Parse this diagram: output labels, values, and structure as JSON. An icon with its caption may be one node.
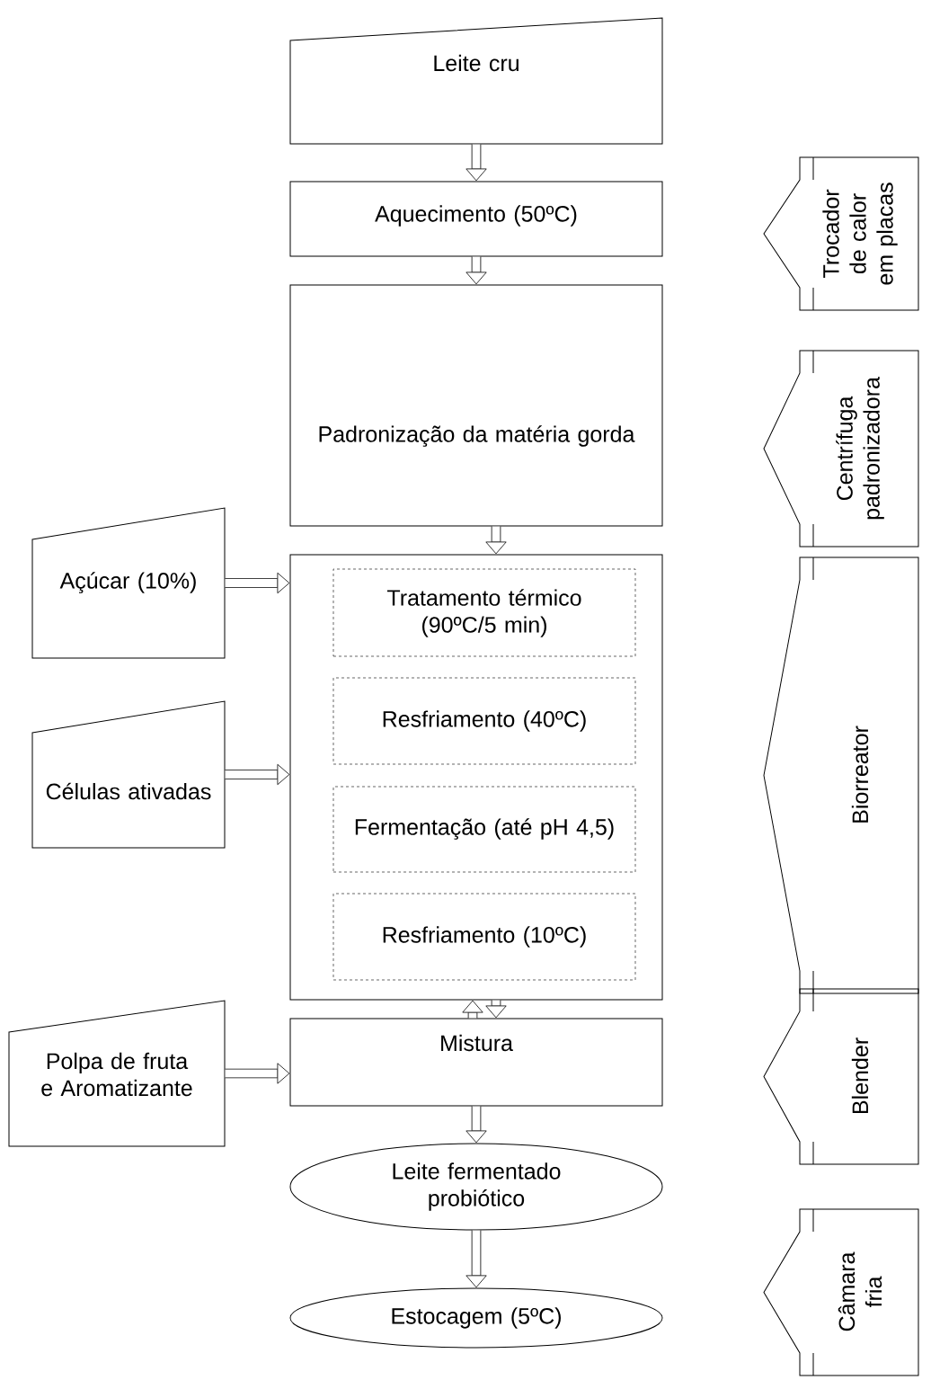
{
  "diagram": {
    "nodes": [
      {
        "text": [
          "Leite cru"
        ]
      },
      {
        "text": [
          "Aquecimento (50ºC)"
        ]
      },
      {
        "text": [
          "Padronização da matéria gorda"
        ]
      },
      {
        "text": [],
        "shape": "box"
      },
      {
        "text": [
          "Tratamento térmico (90ºC/5 min)"
        ],
        "in": 3
      },
      {
        "text": [
          "Resfriamento (40ºC)"
        ],
        "in": 3
      },
      {
        "text": [
          "Fermentação (até pH 4,5)"
        ],
        "in": 3
      },
      {
        "text": [
          "Resfriamento (10ºC)"
        ],
        "in": 3
      },
      {
        "text": [
          "Açúcar (10%)"
        ]
      },
      {
        "text": [
          "Células ativadas"
        ]
      },
      {
        "text": [
          "Mistura"
        ]
      },
      {
        "text": [
          "Polpa de fruta e Aromatizante"
        ]
      },
      {
        "text": [
          "Leite fermentado probiótico"
        ]
      },
      {
        "text": [
          "Estocagem (5ºC)"
        ]
      },
      {
        "text": [
          "Trocador de calor em placas"
        ]
      },
      {
        "text": [
          "Centrífuga padronizadora"
        ]
      },
      {
        "text": [
          "Biorreator"
        ]
      },
      {
        "text": [
          "Blender"
        ]
      },
      {
        "text": [
          "Câmara fria"
        ]
      }
    ],
    "edges": [
      {
        "from": 0,
        "to": 1,
        "arrow": "to"
      },
      {
        "from": 1,
        "to": 2,
        "arrow": "to"
      },
      {
        "from": 2,
        "to": 3,
        "arrow": "to"
      },
      {
        "from": 8,
        "to": 3,
        "arrow": "to"
      },
      {
        "from": 9,
        "to": 3,
        "arrow": "to"
      },
      {
        "from": 10,
        "to": 3,
        "arrow": "to"
      },
      {
        "from": 3,
        "to": 10,
        "arrow": "to"
      },
      {
        "from": 11,
        "to": 10,
        "arrow": "to"
      },
      {
        "from": 10,
        "to": 12,
        "arrow": "to"
      },
      {
        "from": 12,
        "to": 13,
        "arrow": "to"
      }
    ]
  }
}
